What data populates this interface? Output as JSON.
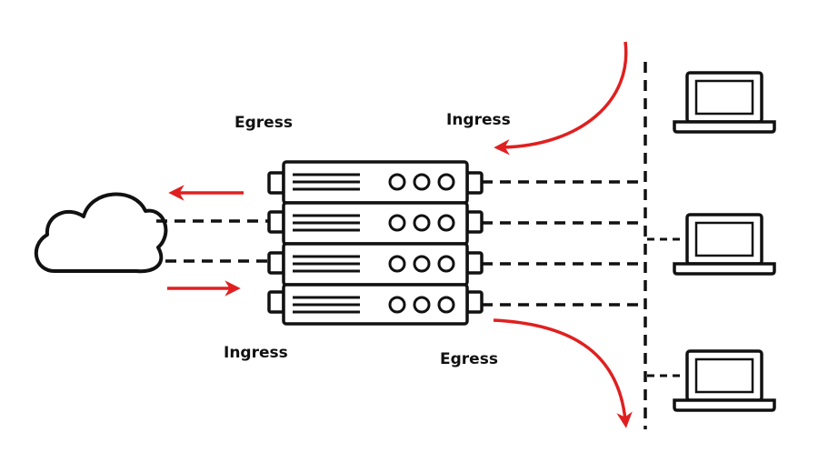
{
  "labels": {
    "egress_left": "Egress",
    "ingress_top": "Ingress",
    "ingress_left": "Ingress",
    "egress_bottom": "Egress"
  },
  "colors": {
    "stroke": "#111111",
    "arrow": "#e02020",
    "background": "#ffffff"
  },
  "icons": {
    "cloud": "cloud-icon",
    "server": "server-rack-icon",
    "laptop": "laptop-icon"
  }
}
